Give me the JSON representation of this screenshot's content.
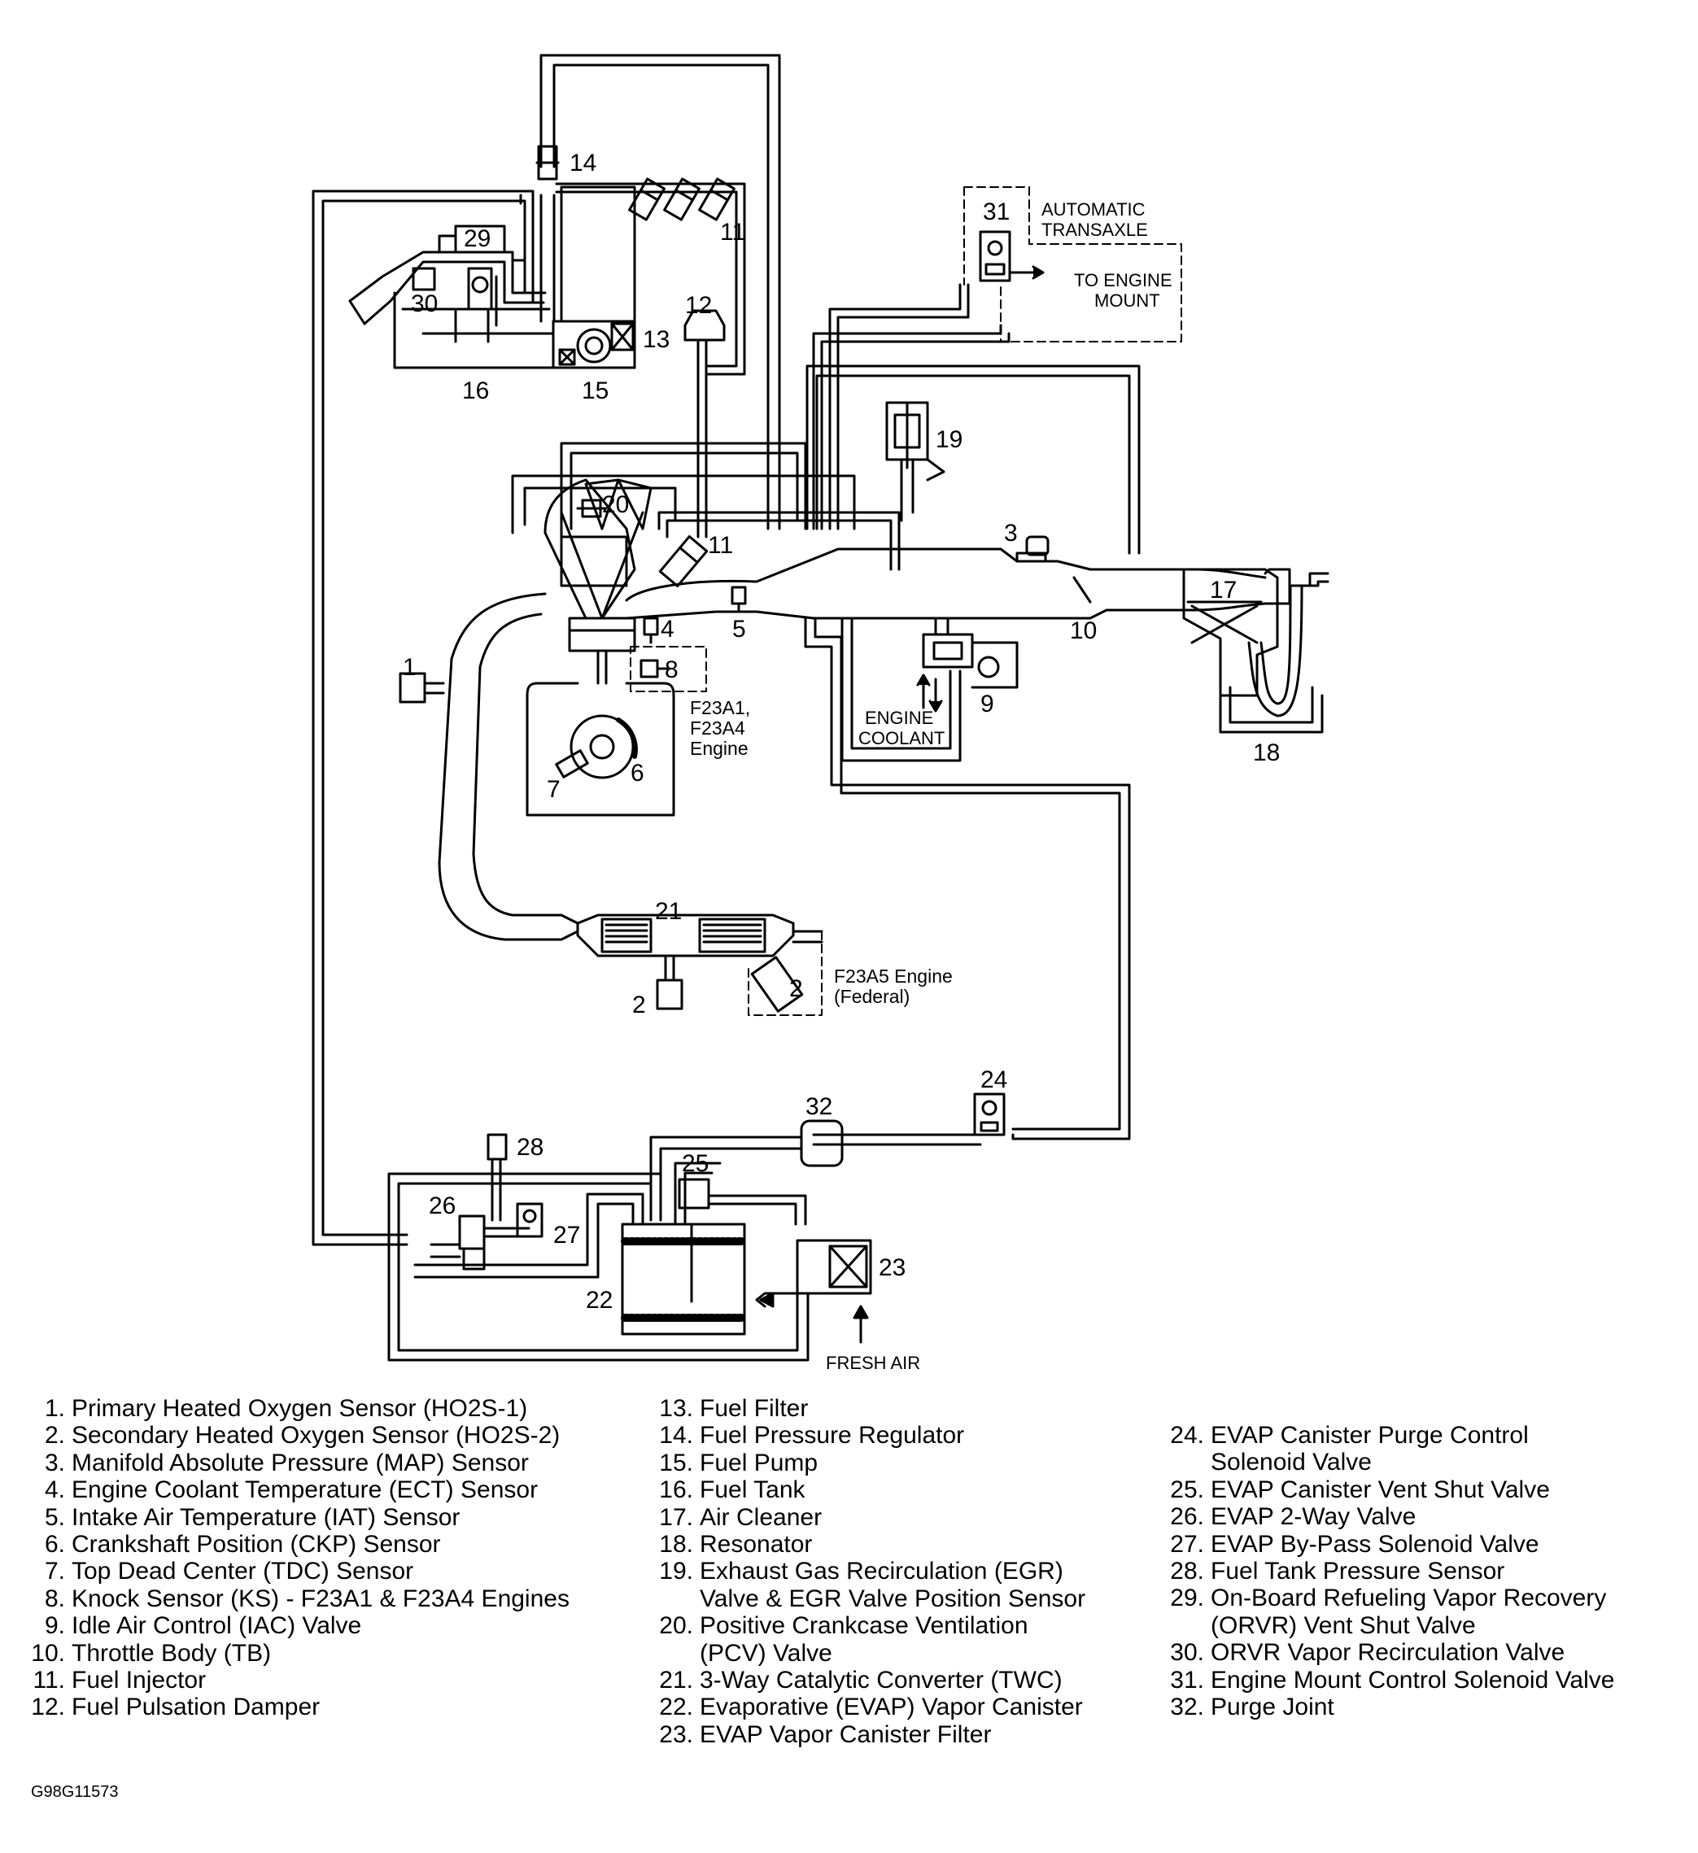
{
  "callouts": {
    "n1": "1",
    "n2a": "2",
    "n2b": "2",
    "n3": "3",
    "n4": "4",
    "n5": "5",
    "n6": "6",
    "n7": "7",
    "n8": "8",
    "n9": "9",
    "n10": "10",
    "n11a": "11",
    "n11b": "11",
    "n12": "12",
    "n13": "13",
    "n14": "14",
    "n15": "15",
    "n16": "16",
    "n17": "17",
    "n18": "18",
    "n19": "19",
    "n20": "20",
    "n21": "21",
    "n22": "22",
    "n23": "23",
    "n24": "24",
    "n25": "25",
    "n26": "26",
    "n27": "27",
    "n28": "28",
    "n29": "29",
    "n30": "30",
    "n31": "31",
    "n32": "32"
  },
  "labels": {
    "automatic": "AUTOMATIC",
    "transaxle": "TRANSAXLE",
    "to_engine": "TO ENGINE",
    "mount": "MOUNT",
    "engine": "ENGINE",
    "coolant": "COOLANT",
    "f23a1": "F23A1,",
    "f23a4": "F23A4",
    "engine_word": "Engine",
    "f23a5": "F23A5 Engine",
    "federal": "(Federal)",
    "fresh_air": "FRESH AIR"
  },
  "legend": [
    {
      "n": "1.",
      "t": "Primary Heated Oxygen Sensor (HO2S-1)"
    },
    {
      "n": "2.",
      "t": "Secondary Heated Oxygen Sensor (HO2S-2)"
    },
    {
      "n": "3.",
      "t": "Manifold Absolute Pressure (MAP) Sensor"
    },
    {
      "n": "4.",
      "t": "Engine Coolant Temperature (ECT) Sensor"
    },
    {
      "n": "5.",
      "t": "Intake Air Temperature (IAT) Sensor"
    },
    {
      "n": "6.",
      "t": "Crankshaft Position (CKP) Sensor"
    },
    {
      "n": "7.",
      "t": "Top Dead Center (TDC) Sensor"
    },
    {
      "n": "8.",
      "t": "Knock Sensor (KS) - F23A1 & F23A4 Engines"
    },
    {
      "n": "9.",
      "t": "Idle Air Control (IAC) Valve"
    },
    {
      "n": "10.",
      "t": "Throttle Body (TB)"
    },
    {
      "n": "11.",
      "t": "Fuel Injector"
    },
    {
      "n": "12.",
      "t": "Fuel Pulsation Damper"
    },
    {
      "n": "13.",
      "t": "Fuel Filter"
    },
    {
      "n": "14.",
      "t": "Fuel Pressure Regulator"
    },
    {
      "n": "15.",
      "t": "Fuel Pump"
    },
    {
      "n": "16.",
      "t": "Fuel Tank"
    },
    {
      "n": "17.",
      "t": "Air Cleaner"
    },
    {
      "n": "18.",
      "t": "Resonator"
    },
    {
      "n": "19.",
      "t": "Exhaust Gas Recirculation (EGR)",
      "t2": "Valve & EGR Valve Position Sensor"
    },
    {
      "n": "20.",
      "t": "Positive Crankcase Ventilation",
      "t2": "(PCV) Valve"
    },
    {
      "n": "21.",
      "t": "3-Way Catalytic Converter (TWC)"
    },
    {
      "n": "22.",
      "t": "Evaporative (EVAP) Vapor Canister"
    },
    {
      "n": "23.",
      "t": "EVAP Vapor Canister Filter"
    },
    {
      "n": "24.",
      "t": "EVAP Canister Purge Control",
      "t2": "Solenoid Valve"
    },
    {
      "n": "25.",
      "t": "EVAP Canister Vent Shut Valve"
    },
    {
      "n": "26.",
      "t": "EVAP 2-Way Valve"
    },
    {
      "n": "27.",
      "t": "EVAP By-Pass Solenoid Valve"
    },
    {
      "n": "28.",
      "t": "Fuel Tank Pressure Sensor"
    },
    {
      "n": "29.",
      "t": "On-Board Refueling Vapor Recovery",
      "t2": "(ORVR) Vent Shut Valve"
    },
    {
      "n": "30.",
      "t": "ORVR Vapor Recirculation Valve"
    },
    {
      "n": "31.",
      "t": "Engine Mount Control Solenoid Valve"
    },
    {
      "n": "32.",
      "t": "Purge Joint"
    }
  ],
  "figure_code": "G98G11573"
}
